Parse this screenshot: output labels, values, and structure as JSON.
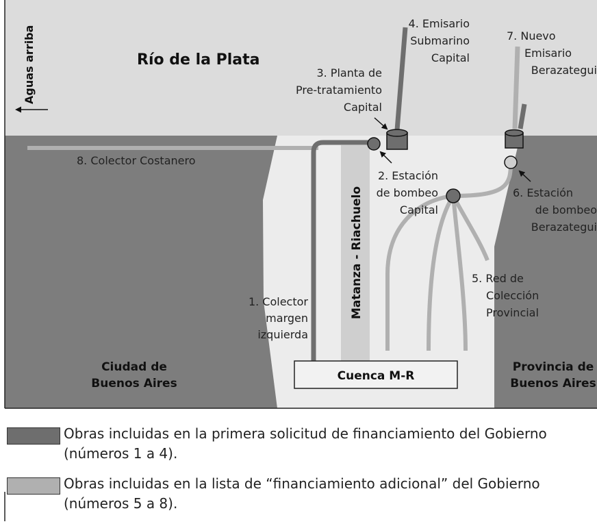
{
  "map": {
    "water_label": "Río de la Plata",
    "upstream_label": "Aguas arriba",
    "river_label": "Matanza - Riachuelo",
    "basin_label": "Cuenca M-R",
    "left_region": [
      "Ciudad de",
      "Buenos Aires"
    ],
    "right_region": [
      "Provincia de",
      "Buenos Aires"
    ],
    "works": {
      "w1": [
        "1. Colector",
        "margen",
        "izquierda"
      ],
      "w2": [
        "2. Estación",
        "de bombeo",
        "Capital"
      ],
      "w3": [
        "3. Planta de",
        "Pre-tratamiento",
        "Capital"
      ],
      "w4": [
        "4. Emisario",
        "Submarino",
        "Capital"
      ],
      "w5": [
        "5. Red de",
        "Colección",
        "Provincial"
      ],
      "w6": [
        "6. Estación",
        "de bombeo",
        "Berazategui"
      ],
      "w7": [
        "7. Nuevo",
        "Emisario",
        "Berazategui"
      ],
      "w8": "8. Colector Costanero"
    }
  },
  "legend": [
    {
      "lines": [
        "Obras incluidas en la primera solicitud de financiamiento del Gobierno",
        "(números 1 a 4)."
      ],
      "color": "#6e6e6e"
    },
    {
      "lines": [
        "Obras incluidas en la lista de “financiamiento adicional” del Gobierno",
        "(números 5 a 8)."
      ],
      "color": "#b0b0b0"
    }
  ],
  "colors": {
    "water": "#dcdcdc",
    "land": "#7d7d7d",
    "corridor": "#ececec",
    "river": "#cfcfcf",
    "initial_works": "#6e6e6e",
    "additional_works": "#b0b0b0"
  }
}
